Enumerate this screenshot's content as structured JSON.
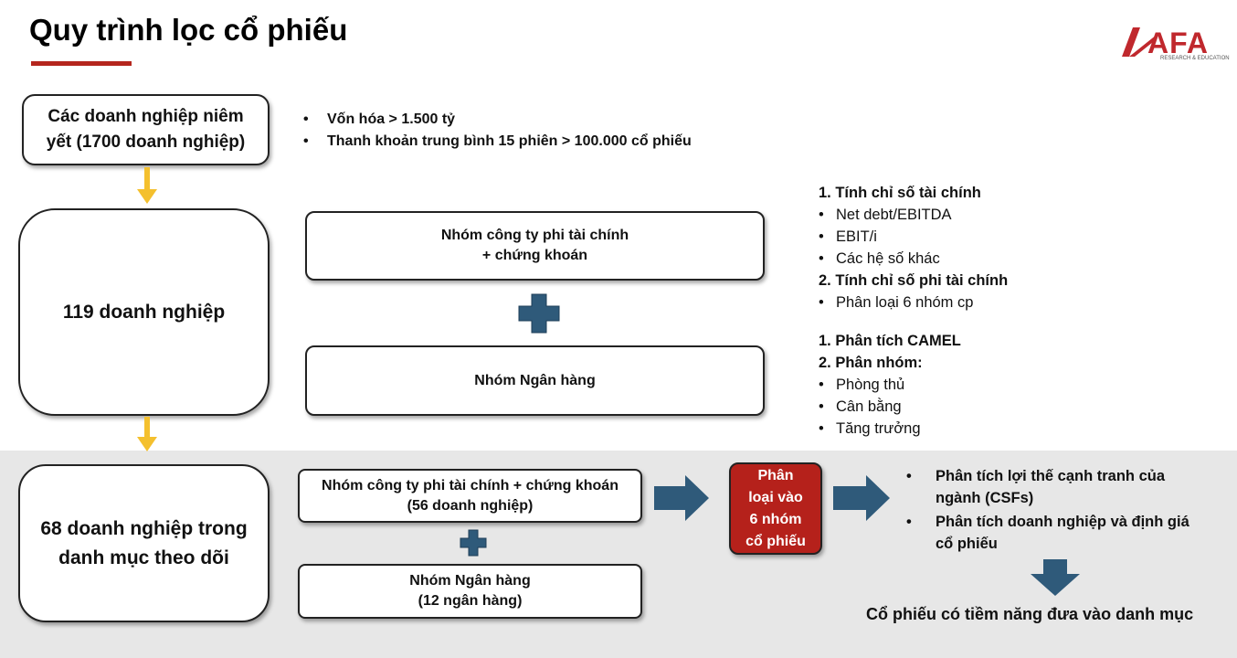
{
  "header": {
    "title": "Quy trình lọc cổ phiếu",
    "logo_text": "AFA",
    "logo_subtext": "RESEARCH & EDUCATION"
  },
  "colors": {
    "accent_red": "#b5261e",
    "arrow_yellow": "#f4c02e",
    "arrow_blue": "#2f5a7a",
    "band_gray": "#e7e7e7"
  },
  "flow": {
    "step1": "Các doanh nghiệp niêm yết (1700 doanh nghiệp)",
    "step2": "119 doanh nghiệp",
    "step3": "68 doanh nghiệp trong danh mục theo dõi"
  },
  "criteria": [
    "Vốn hóa > 1.500 tỷ",
    "Thanh khoản trung bình 15 phiên > 100.000 cổ phiếu"
  ],
  "groups_119": {
    "non_financial": [
      "Nhóm công ty phi tài chính",
      "+ chứng khoán"
    ],
    "banks": "Nhóm Ngân hàng"
  },
  "groups_68": {
    "non_financial": [
      "Nhóm công ty phi tài chính + chứng khoán",
      "(56 doanh nghiệp)"
    ],
    "banks": [
      "Nhóm Ngân hàng",
      "(12 ngân hàng)"
    ]
  },
  "classify_box": [
    "Phân",
    "loại vào",
    "6 nhóm",
    "cổ phiếu"
  ],
  "non_financial_analysis": {
    "h1": "1. Tính chỉ số tài chính",
    "items1": [
      "Net debt/EBITDA",
      "EBIT/i",
      "Các hệ số khác"
    ],
    "h2": "2. Tính chỉ số phi tài chính",
    "items2": [
      "Phân loại 6 nhóm cp"
    ]
  },
  "bank_analysis": {
    "h1": "1. Phân tích CAMEL",
    "h2": "2. Phân nhóm:",
    "items": [
      "Phòng thủ",
      "Cân bằng",
      "Tăng trưởng"
    ]
  },
  "final_analysis": [
    "Phân tích lợi thế cạnh tranh của ngành (CSFs)",
    "Phân tích doanh nghiệp và định giá cổ phiếu"
  ],
  "result": "Cổ phiếu có tiềm năng đưa vào danh mục"
}
